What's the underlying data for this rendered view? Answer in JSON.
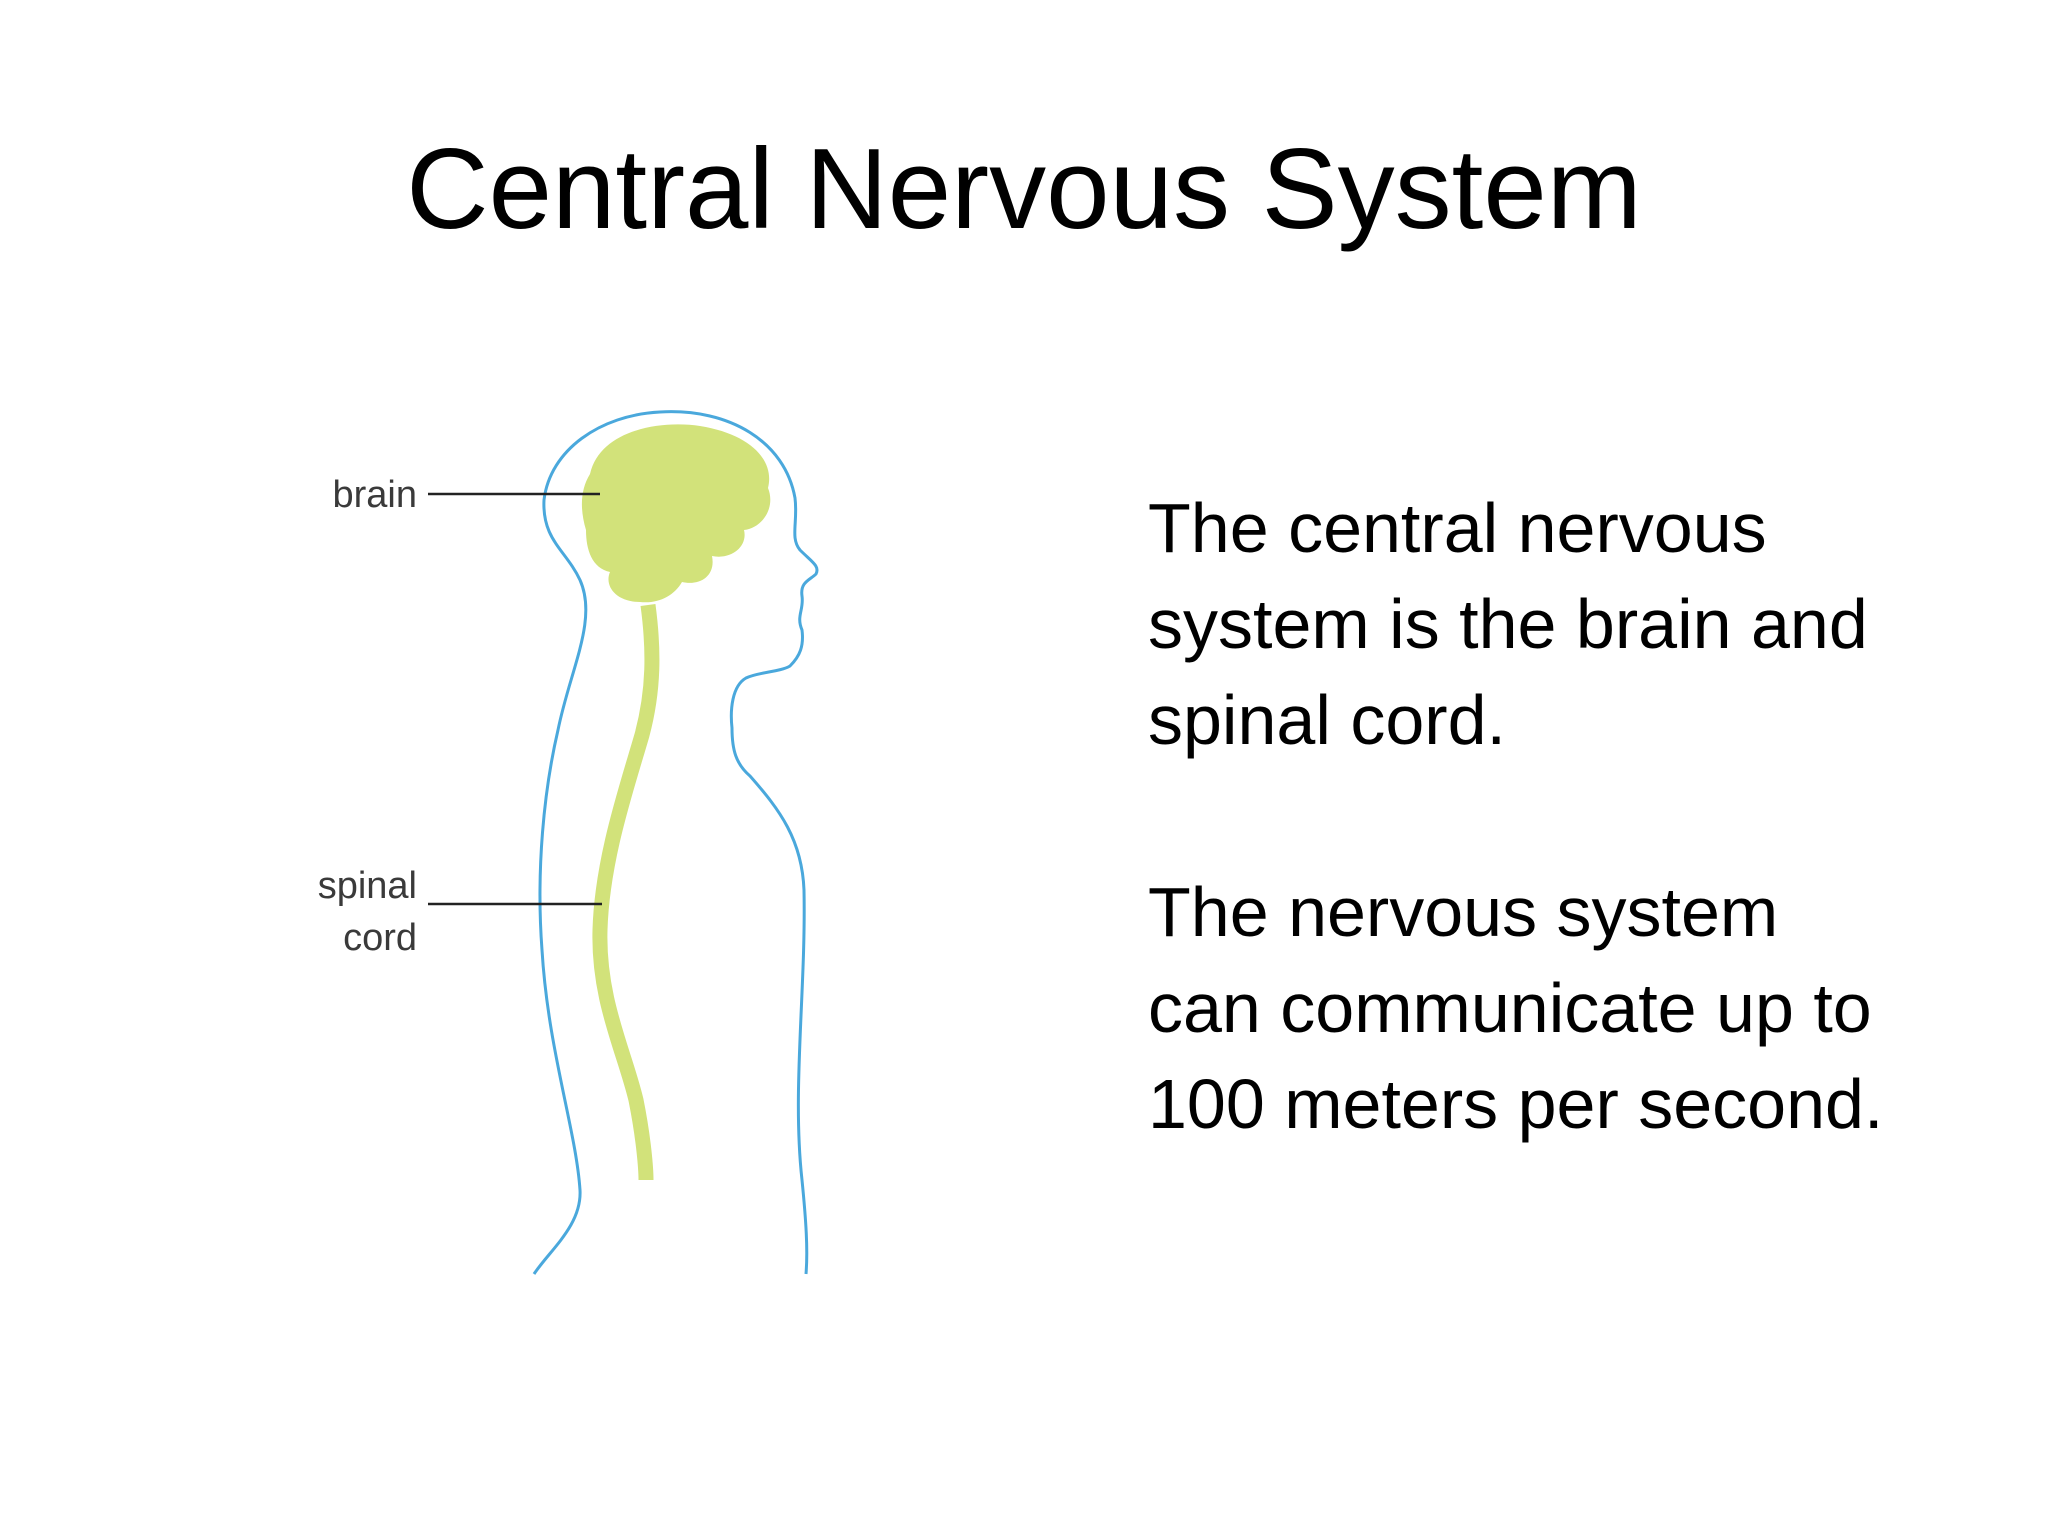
{
  "slide": {
    "title": "Central Nervous System",
    "paragraphs": [
      "The central nervous system is the brain and spinal cord.",
      "The nervous system can communicate up to 100 meters per second."
    ]
  },
  "diagram": {
    "labels": {
      "brain": "brain",
      "spinal_line1": "spinal",
      "spinal_line2": "cord"
    },
    "colors": {
      "body_outline": "#4aa8dc",
      "nervous_tissue": "#d2e27a",
      "pointer_line": "#222222",
      "label_text": "#3a3a3a"
    }
  }
}
